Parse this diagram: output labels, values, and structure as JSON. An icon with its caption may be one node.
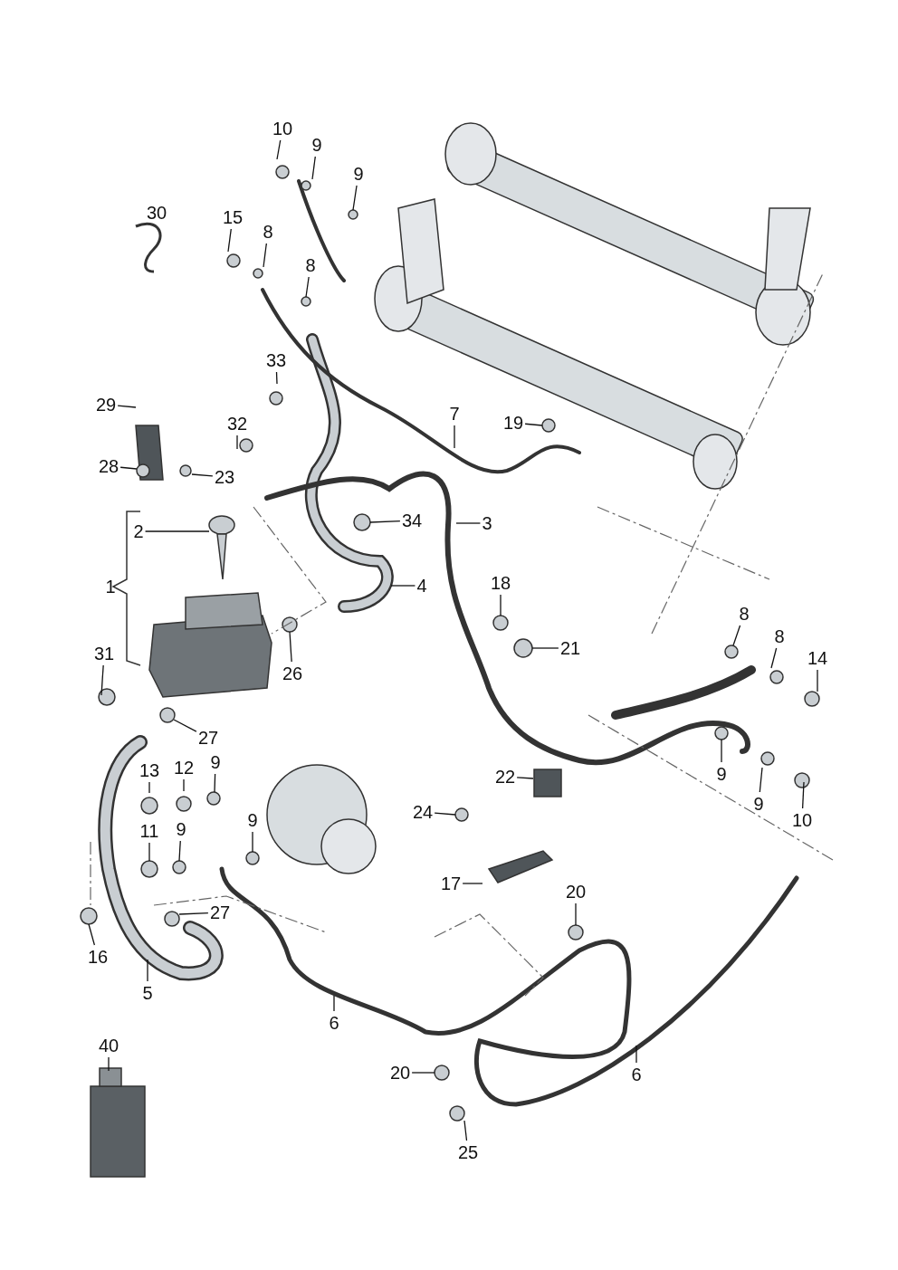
{
  "diagram": {
    "nodes": [
      {
        "text": [
          "10"
        ]
      },
      {
        "text": [
          "9"
        ]
      },
      {
        "text": [
          "9"
        ]
      },
      {
        "text": [
          "30"
        ]
      },
      {
        "text": [
          "15"
        ]
      },
      {
        "text": [
          "8"
        ]
      },
      {
        "text": [
          "8"
        ]
      },
      {
        "text": [
          "33"
        ]
      },
      {
        "text": [
          "29"
        ]
      },
      {
        "text": [
          "32"
        ]
      },
      {
        "text": [
          "7"
        ]
      },
      {
        "text": [
          "19"
        ]
      },
      {
        "text": [
          "28"
        ]
      },
      {
        "text": [
          "23"
        ]
      },
      {
        "text": [
          "2"
        ]
      },
      {
        "text": [
          "34"
        ]
      },
      {
        "text": [
          "3"
        ]
      },
      {
        "text": [
          "1"
        ]
      },
      {
        "text": [
          "18"
        ]
      },
      {
        "text": [
          "4"
        ]
      },
      {
        "text": [
          "31"
        ]
      },
      {
        "text": [
          "21"
        ]
      },
      {
        "text": [
          "26"
        ]
      },
      {
        "text": [
          "8"
        ]
      },
      {
        "text": [
          "8"
        ]
      },
      {
        "text": [
          "14"
        ]
      },
      {
        "text": [
          "27"
        ]
      },
      {
        "text": [
          "13"
        ]
      },
      {
        "text": [
          "12"
        ]
      },
      {
        "text": [
          "9"
        ]
      },
      {
        "text": [
          "22"
        ]
      },
      {
        "text": [
          "9"
        ]
      },
      {
        "text": [
          "9"
        ]
      },
      {
        "text": [
          "11"
        ]
      },
      {
        "text": [
          "9"
        ]
      },
      {
        "text": [
          "9"
        ]
      },
      {
        "text": [
          "10"
        ]
      },
      {
        "text": [
          "24"
        ]
      },
      {
        "text": [
          "27"
        ]
      },
      {
        "text": [
          "17"
        ]
      },
      {
        "text": [
          "20"
        ]
      },
      {
        "text": [
          "16"
        ]
      },
      {
        "text": [
          "5"
        ]
      },
      {
        "text": [
          "6"
        ]
      },
      {
        "text": [
          "6"
        ]
      },
      {
        "text": [
          "20"
        ]
      },
      {
        "text": [
          "40"
        ]
      },
      {
        "text": [
          "25"
        ]
      }
    ],
    "edges": [
      {
        "from": 0,
        "to": null,
        "arrow": "none"
      },
      {
        "from": 1,
        "to": null,
        "arrow": "none"
      },
      {
        "from": 2,
        "to": null,
        "arrow": "none"
      },
      {
        "from": 4,
        "to": null,
        "arrow": "none"
      },
      {
        "from": 5,
        "to": null,
        "arrow": "none"
      },
      {
        "from": 6,
        "to": null,
        "arrow": "none"
      },
      {
        "from": 7,
        "to": null,
        "arrow": "none"
      },
      {
        "from": 8,
        "to": null,
        "arrow": "none"
      },
      {
        "from": 9,
        "to": null,
        "arrow": "none"
      },
      {
        "from": 10,
        "to": null,
        "arrow": "none"
      },
      {
        "from": 11,
        "to": null,
        "arrow": "none"
      },
      {
        "from": 12,
        "to": null,
        "arrow": "none"
      },
      {
        "from": 13,
        "to": null,
        "arrow": "none"
      },
      {
        "from": 14,
        "to": null,
        "arrow": "none"
      },
      {
        "from": 15,
        "to": null,
        "arrow": "none"
      },
      {
        "from": 16,
        "to": null,
        "arrow": "none"
      },
      {
        "from": 18,
        "to": null,
        "arrow": "none"
      },
      {
        "from": 19,
        "to": null,
        "arrow": "none"
      },
      {
        "from": 20,
        "to": null,
        "arrow": "none"
      },
      {
        "from": 21,
        "to": null,
        "arrow": "none"
      },
      {
        "from": 22,
        "to": null,
        "arrow": "none"
      },
      {
        "from": 23,
        "to": null,
        "arrow": "none"
      },
      {
        "from": 24,
        "to": null,
        "arrow": "none"
      },
      {
        "from": 25,
        "to": null,
        "arrow": "none"
      },
      {
        "from": 26,
        "to": null,
        "arrow": "none"
      },
      {
        "from": 27,
        "to": null,
        "arrow": "none"
      },
      {
        "from": 28,
        "to": null,
        "arrow": "none"
      },
      {
        "from": 29,
        "to": null,
        "arrow": "none"
      },
      {
        "from": 30,
        "to": null,
        "arrow": "none"
      },
      {
        "from": 31,
        "to": null,
        "arrow": "none"
      },
      {
        "from": 32,
        "to": null,
        "arrow": "none"
      },
      {
        "from": 33,
        "to": null,
        "arrow": "none"
      },
      {
        "from": 34,
        "to": null,
        "arrow": "none"
      },
      {
        "from": 35,
        "to": null,
        "arrow": "none"
      },
      {
        "from": 36,
        "to": null,
        "arrow": "none"
      },
      {
        "from": 37,
        "to": null,
        "arrow": "none"
      },
      {
        "from": 38,
        "to": null,
        "arrow": "none"
      },
      {
        "from": 39,
        "to": null,
        "arrow": "none"
      },
      {
        "from": 40,
        "to": null,
        "arrow": "none"
      },
      {
        "from": 41,
        "to": null,
        "arrow": "none"
      },
      {
        "from": 42,
        "to": null,
        "arrow": "none"
      },
      {
        "from": 43,
        "to": null,
        "arrow": "none"
      },
      {
        "from": 44,
        "to": null,
        "arrow": "none"
      },
      {
        "from": 45,
        "to": null,
        "arrow": "none"
      },
      {
        "from": 46,
        "to": null,
        "arrow": "none"
      },
      {
        "from": 47,
        "to": null,
        "arrow": "none"
      }
    ]
  }
}
